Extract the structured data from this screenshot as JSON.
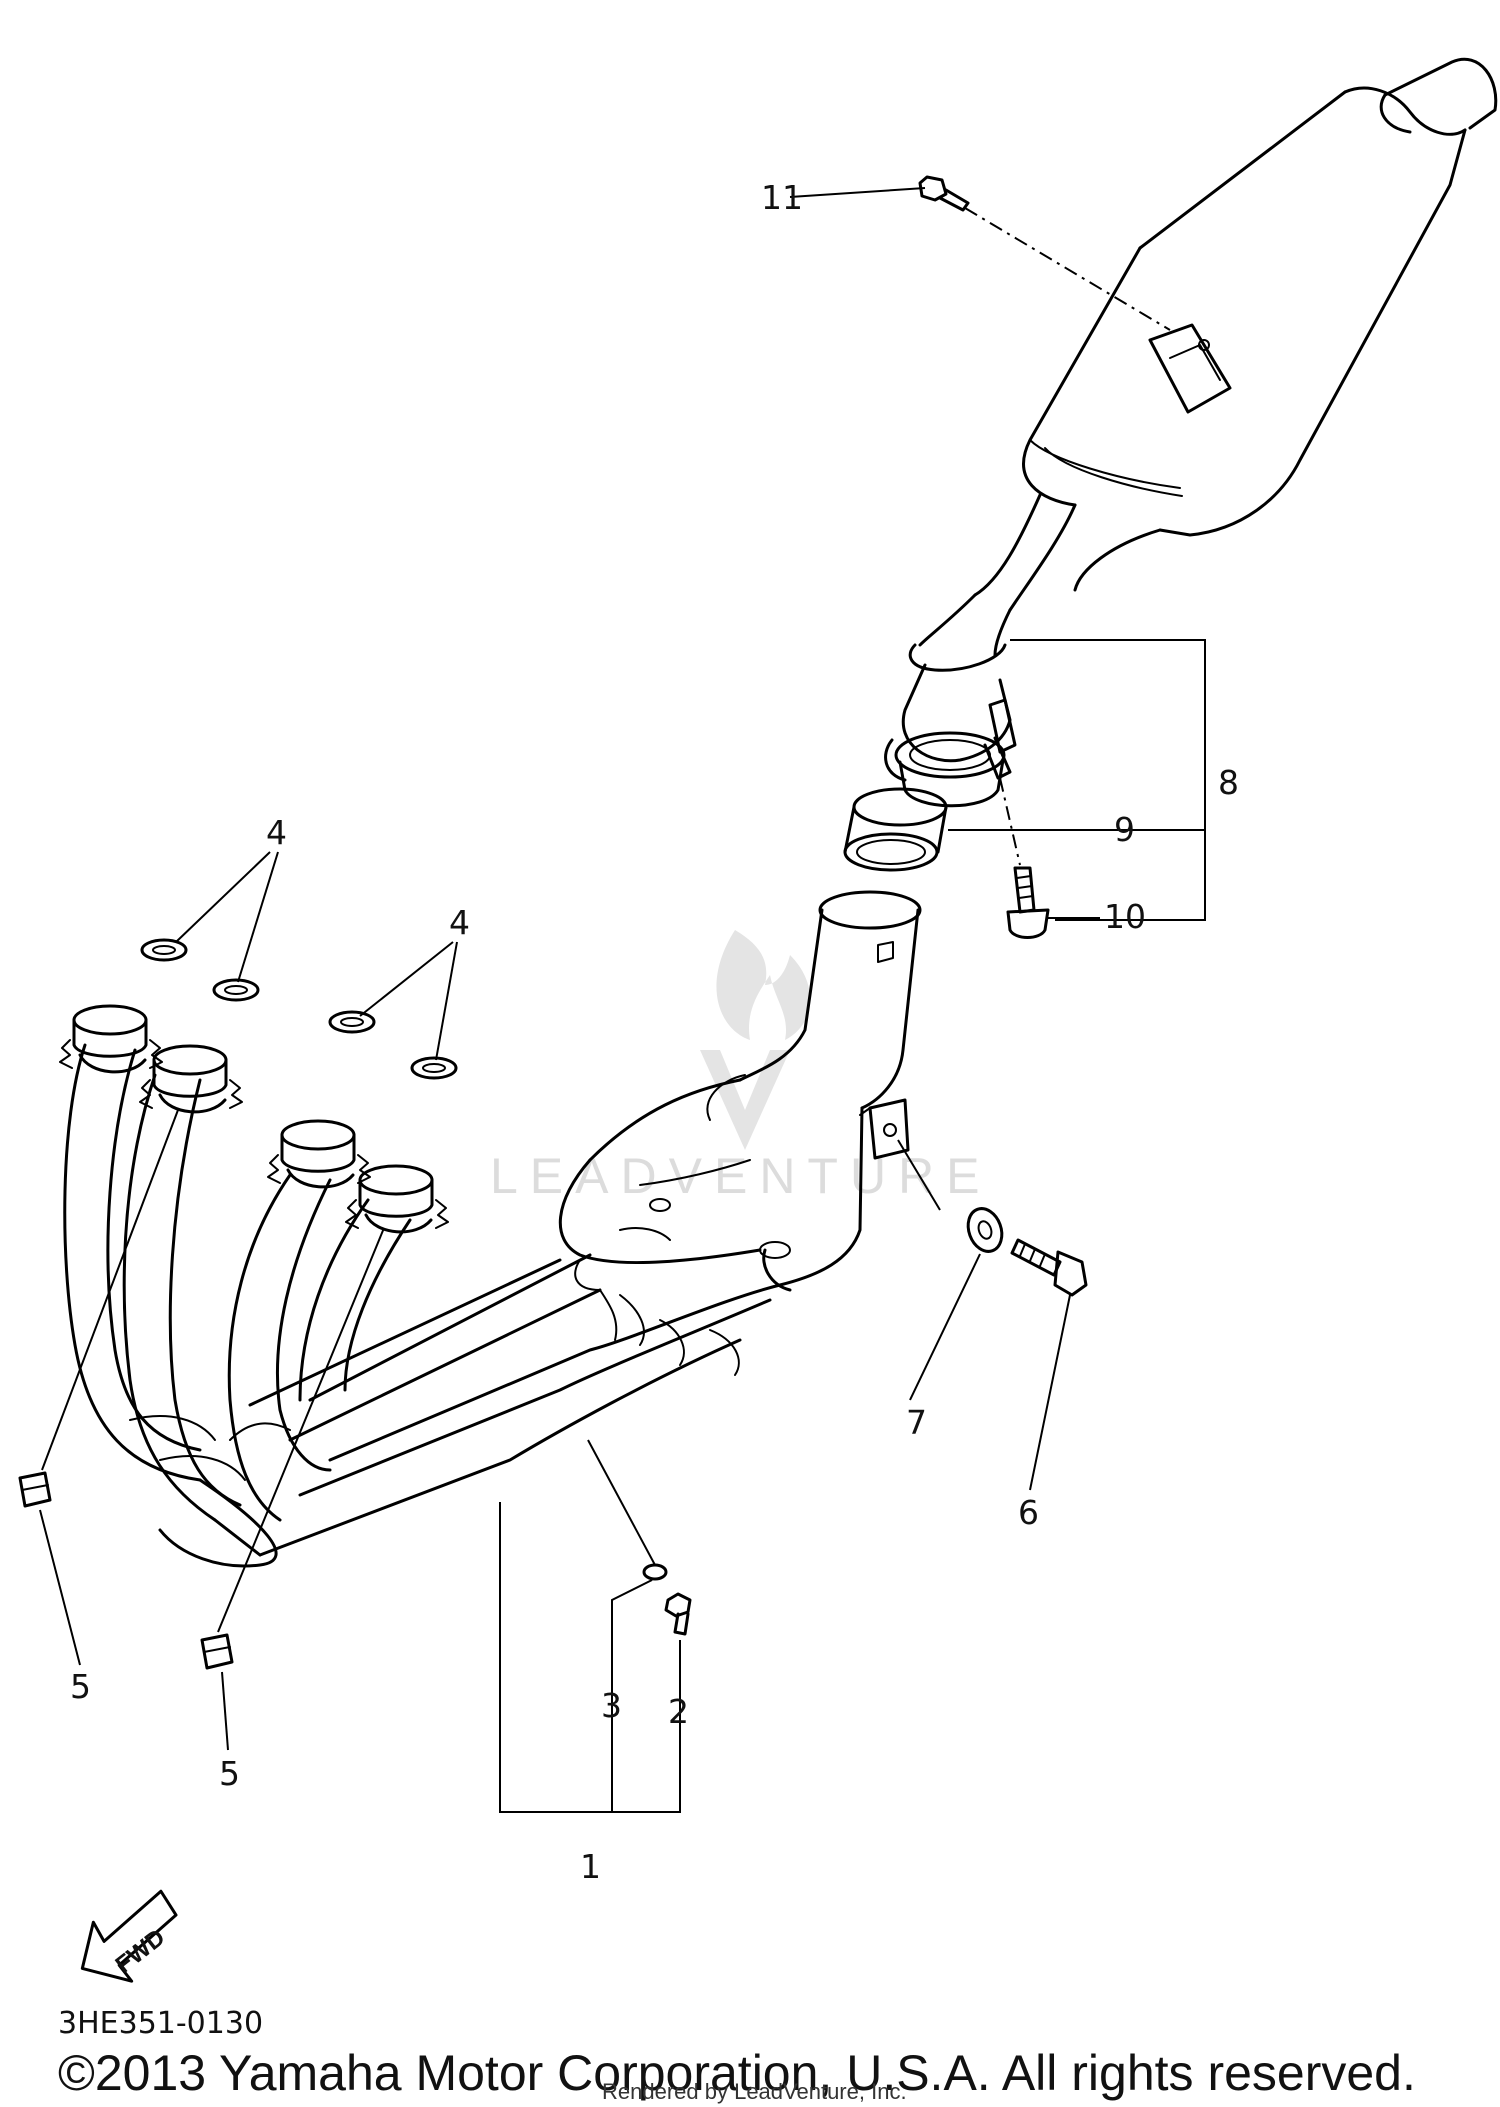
{
  "diagram": {
    "callouts": {
      "c1": "1",
      "c2": "2",
      "c3": "3",
      "c4a": "4",
      "c4b": "4",
      "c5a": "5",
      "c5b": "5",
      "c6": "6",
      "c7": "7",
      "c8": "8",
      "c9": "9",
      "c10": "10",
      "c11": "11"
    },
    "direction_label": "FWD",
    "watermark": "LEADVENTURE",
    "drawing_code": "3HE351-0130",
    "copyright": "©2013 Yamaha Motor Corporation, U.S.A. All rights reserved.",
    "rendered_by": "Rendered by LeadVenture, Inc."
  }
}
